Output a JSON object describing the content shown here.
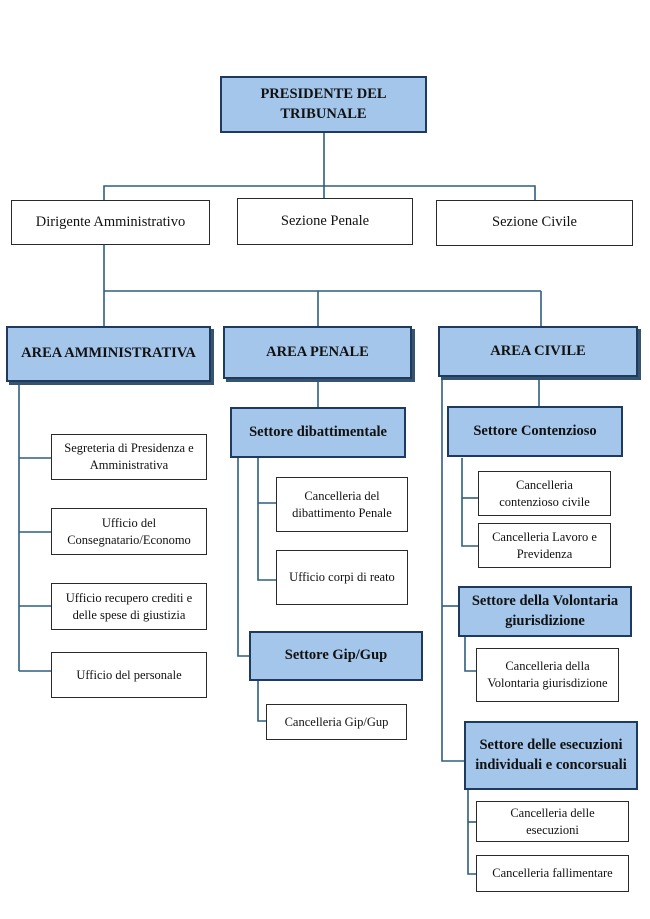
{
  "top": {
    "president": "PRESIDENTE DEL TRIBUNALE"
  },
  "level1": {
    "dirigente": "Dirigente Amministrativo",
    "penale": "Sezione Penale",
    "civile": "Sezione Civile"
  },
  "areas": {
    "amministrativa": {
      "title": "AREA AMMINISTRATIVA",
      "offices": [
        "Segreteria di Presidenza e Amministrativa",
        "Ufficio del Consegnatario/Economo",
        "Ufficio recupero crediti e delle spese di giustizia",
        "Ufficio del personale"
      ]
    },
    "penale": {
      "title": "AREA PENALE",
      "sectors": [
        {
          "title": "Settore dibattimentale",
          "offices": [
            "Cancelleria del dibattimento Penale",
            "Ufficio corpi di reato"
          ]
        },
        {
          "title": "Settore Gip/Gup",
          "offices": [
            "Cancelleria Gip/Gup"
          ]
        }
      ]
    },
    "civile": {
      "title": "AREA CIVILE",
      "sectors": [
        {
          "title": "Settore Contenzioso",
          "offices": [
            "Cancelleria contenzioso civile",
            "Cancelleria Lavoro e Previdenza"
          ]
        },
        {
          "title": "Settore della Volontaria giurisdizione",
          "offices": [
            "Cancelleria della Volontaria giurisdizione"
          ]
        },
        {
          "title": "Settore delle esecuzioni individuali e concorsuali",
          "offices": [
            "Cancelleria delle esecuzioni",
            "Cancelleria fallimentare"
          ]
        }
      ]
    }
  },
  "colors": {
    "box_fill": "#a4c6ea",
    "box_border": "#1e3a5f",
    "connector": "#2f5f7d"
  }
}
